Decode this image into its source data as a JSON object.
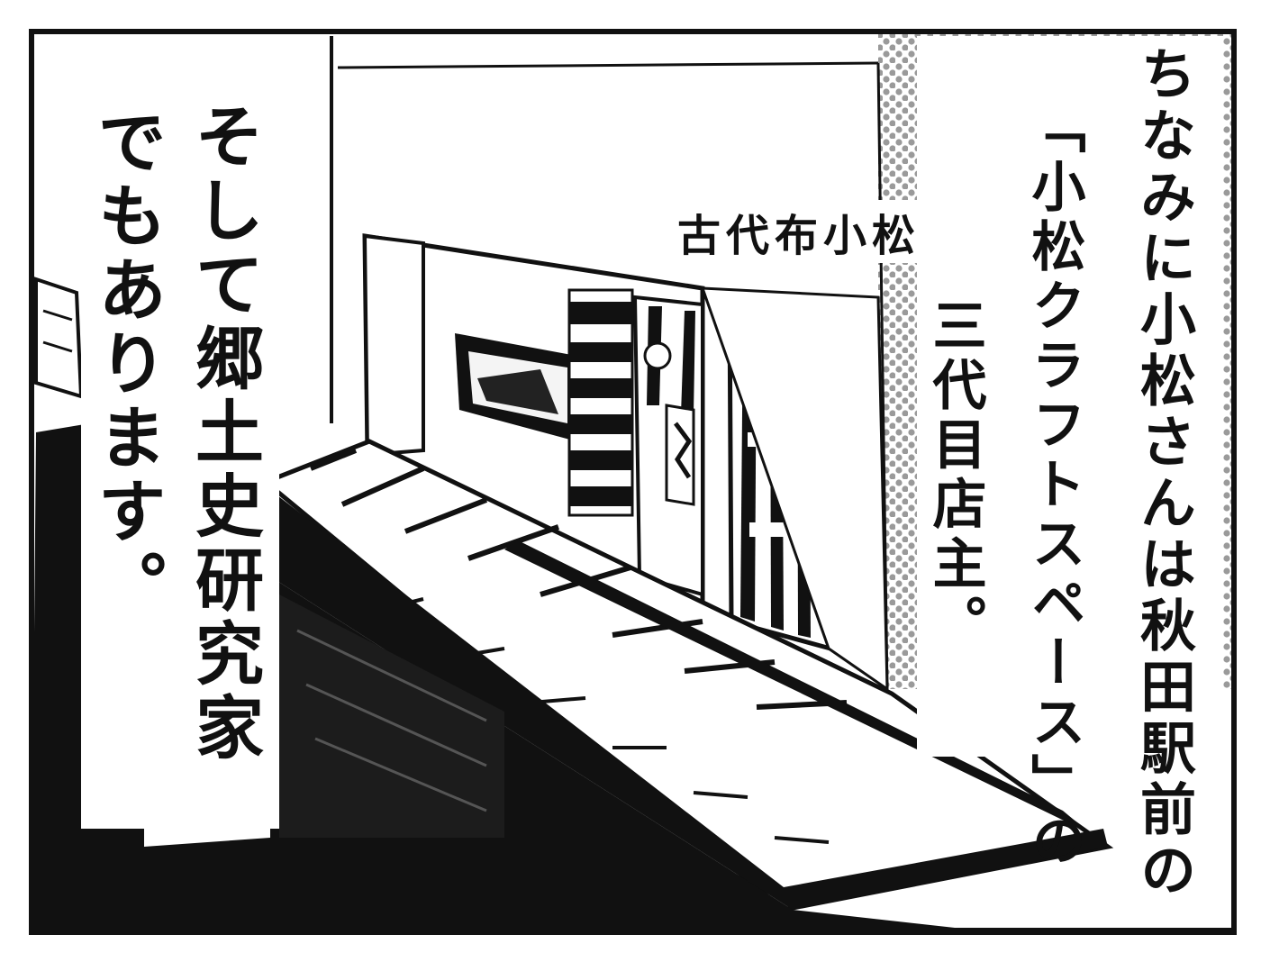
{
  "panel": {
    "caption_right": {
      "col1": "ちなみに小松さんは秋田駅前の",
      "col2": "「小松クラフトスペース」の",
      "col3": "三代目店主。"
    },
    "caption_left": {
      "col1": "そして郷土史研究家",
      "col2": "でもあります。"
    },
    "shop_sign": "古代布小松"
  }
}
